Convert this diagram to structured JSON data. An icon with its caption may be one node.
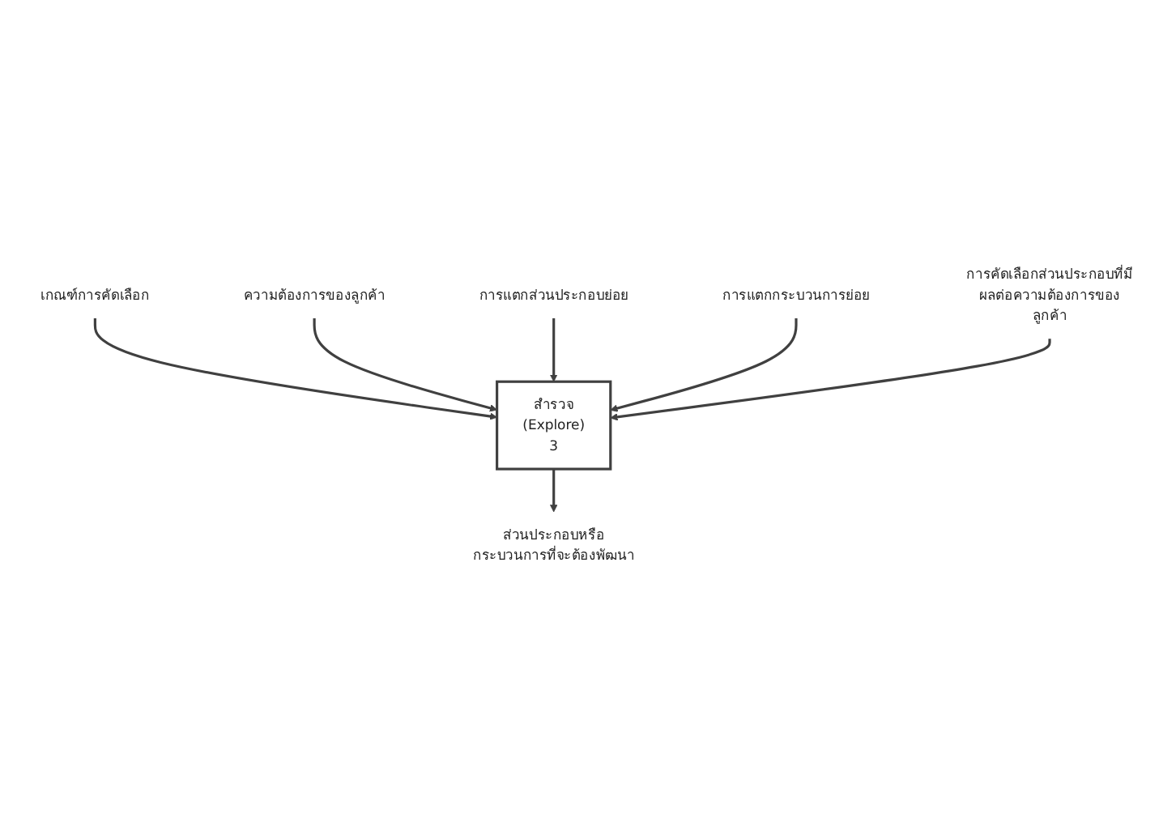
{
  "diagram": {
    "nodes": [
      {
        "text": [
          "สำรวจ",
          "(Explore)",
          "3"
        ]
      },
      {
        "text": [
          "เกณฑ์การคัดเลือก"
        ]
      },
      {
        "text": [
          "ความต้องการของลูกค้า"
        ]
      },
      {
        "text": [
          "ส่วนประกอบหรือกระบวนการที่จะต้องพัฒนา"
        ]
      },
      {
        "text": [
          "การแตกส่วนประกอบย่อย"
        ]
      },
      {
        "text": [
          "การแตกกระบวนการย่อย"
        ]
      },
      {
        "text": [
          "การคัดเลือกส่วนประกอบที่มีผลต่อความต้องการของลูกค้า"
        ]
      }
    ],
    "edges": [
      {
        "from": 1,
        "to": 0,
        "arrow": "to"
      },
      {
        "from": 2,
        "to": 0,
        "arrow": "to"
      },
      {
        "from": 0,
        "to": 3,
        "arrow": "to"
      },
      {
        "from": 4,
        "to": 0,
        "arrow": "to"
      },
      {
        "from": 5,
        "to": 0,
        "arrow": "to"
      },
      {
        "from": 6,
        "to": 0,
        "arrow": "to"
      }
    ]
  }
}
